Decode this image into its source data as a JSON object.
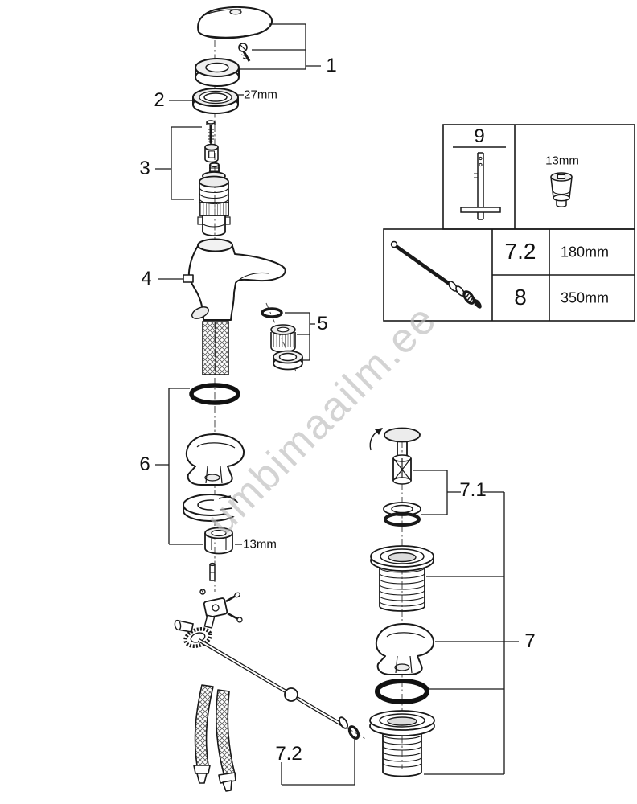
{
  "watermark": "umbimaailm.ee",
  "part_labels": {
    "p1": "1",
    "p2": "2",
    "p3": "3",
    "p4": "4",
    "p5": "5",
    "p6": "6",
    "p7": "7",
    "p7_1": "7.1",
    "p7_2": "7.2"
  },
  "callouts": {
    "escutcheon_size": "27mm",
    "nut_size": "13mm"
  },
  "info_box": {
    "tool_label": "9",
    "adapter_size": "13mm",
    "rows": [
      {
        "part": "7.2",
        "length": "180mm"
      },
      {
        "part": "8",
        "length": "350mm"
      }
    ]
  }
}
